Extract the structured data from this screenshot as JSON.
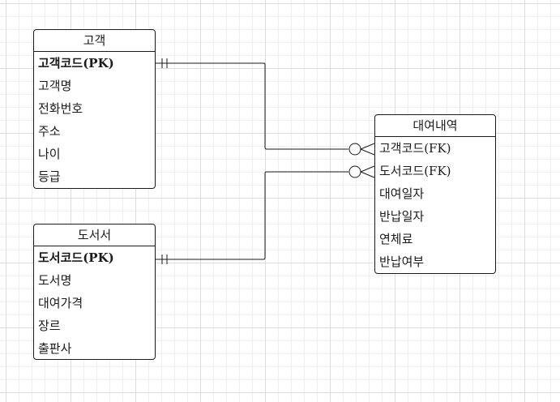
{
  "diagram": {
    "entities": {
      "customer": {
        "title": "고객",
        "attributes": [
          "고객코드(PK)",
          "고객명",
          "전화번호",
          "주소",
          "나이",
          "등급"
        ]
      },
      "book": {
        "title": "도서서",
        "attributes": [
          "도서코드(PK)",
          "도서명",
          "대여가격",
          "장르",
          "출판사"
        ]
      },
      "rental": {
        "title": "대여내역",
        "attributes": [
          "고객코드(FK)",
          "도서코드(FK)",
          "대여일자",
          "반납일자",
          "연체료",
          "반납여부"
        ]
      }
    },
    "relationships": [
      {
        "from": "고객코드(PK)",
        "to": "고객코드(FK)",
        "from_cardinality": "exactly-one",
        "to_cardinality": "zero-or-many"
      },
      {
        "from": "도서코드(PK)",
        "to": "도서코드(FK)",
        "from_cardinality": "exactly-one",
        "to_cardinality": "zero-or-many"
      }
    ],
    "colors": {
      "line": "#1a1a1a",
      "grid": "#dcdcdc",
      "background": "#ffffff"
    }
  }
}
